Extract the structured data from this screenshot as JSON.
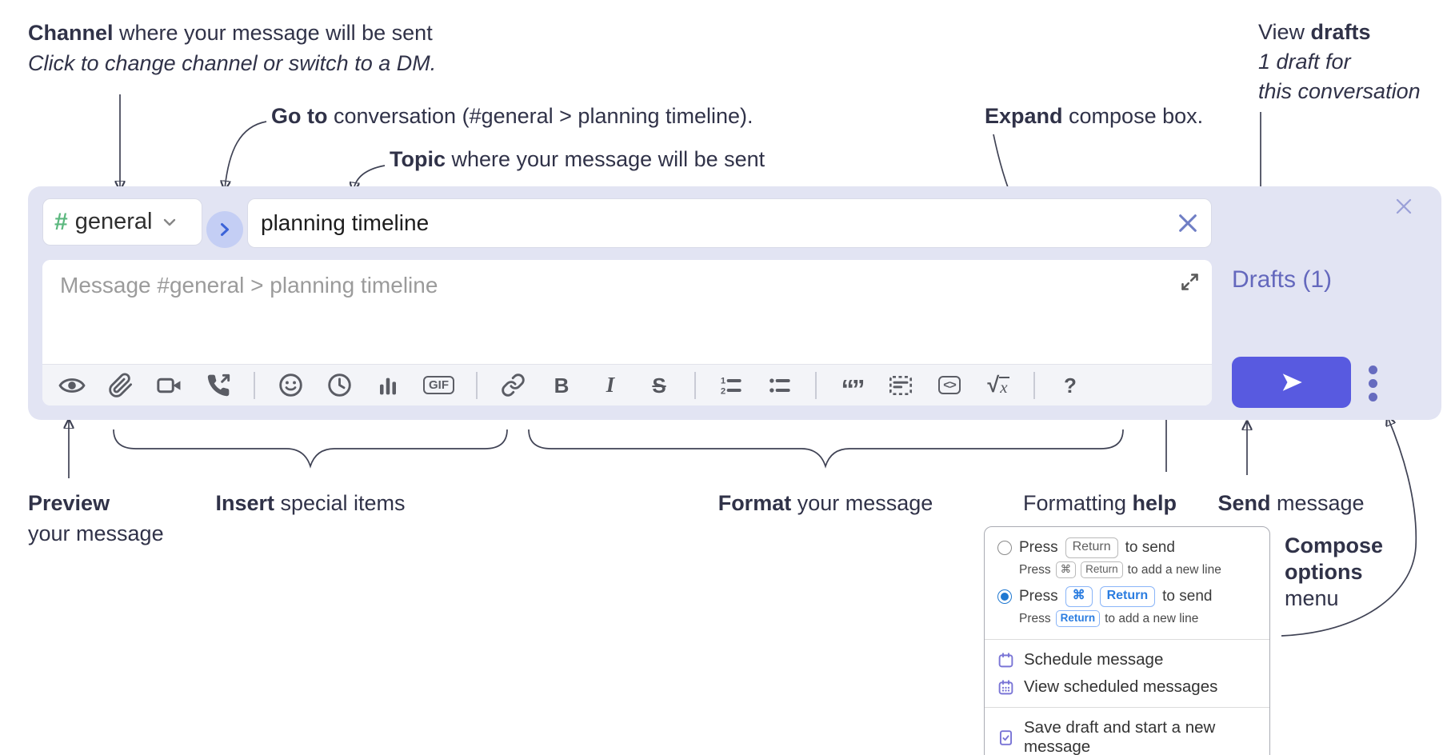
{
  "annotations": {
    "channel": {
      "bold": "Channel",
      "rest": " where your message will be sent",
      "line2": "Click to change channel or switch to a DM."
    },
    "goto": {
      "bold": "Go to",
      "rest": " conversation (#general > planning timeline)."
    },
    "topic": {
      "bold": "Topic",
      "rest": " where your message will be sent"
    },
    "expand": {
      "bold": "Expand",
      "rest": " compose box."
    },
    "drafts": {
      "line1_pre": "View ",
      "line1_bold": "drafts",
      "line2": "1 draft for",
      "line3": "this conversation"
    },
    "preview": {
      "bold": "Preview",
      "line2": "your message"
    },
    "insert": {
      "bold": "Insert",
      "rest": " special items"
    },
    "format": {
      "bold": "Format",
      "rest": " your message"
    },
    "help": {
      "pre": "Formatting ",
      "bold": "help"
    },
    "send": {
      "bold": "Send",
      "rest": " message"
    },
    "options": {
      "bold_line1": "Compose",
      "bold_line2": "options",
      "line3": "menu"
    }
  },
  "compose": {
    "channel_hash": "#",
    "channel_name": "general",
    "topic_value": "planning timeline",
    "message_placeholder": "Message #general > planning timeline",
    "drafts_link": "Drafts (1)"
  },
  "toolbar": {
    "gif": "GIF",
    "bold": "B",
    "italic": "I",
    "strike": "S",
    "quote": "“”",
    "code": "<>",
    "math_radical": "√",
    "math_var": "x",
    "help": "?"
  },
  "menu": {
    "option1": {
      "press": "Press",
      "key1": "Return",
      "suffix": "to send",
      "sub_press": "Press",
      "sub_key1": "⌘",
      "sub_key2": "Return",
      "sub_suffix": "to add a new line"
    },
    "option2": {
      "press": "Press",
      "key1": "⌘",
      "key2": "Return",
      "suffix": "to send",
      "sub_press": "Press",
      "sub_key1": "Return",
      "sub_suffix": "to add a new line"
    },
    "items": [
      {
        "label": "Schedule message"
      },
      {
        "label": "View scheduled messages"
      },
      {
        "label": "Save draft and start a new message"
      }
    ]
  },
  "colors": {
    "accent": "#585ae0",
    "purple": "#6468bd",
    "green": "#5cb87f",
    "kbd_blue": "#2b7de0",
    "lavender": "#e2e4f3",
    "radio_blue": "#1f78d1"
  }
}
